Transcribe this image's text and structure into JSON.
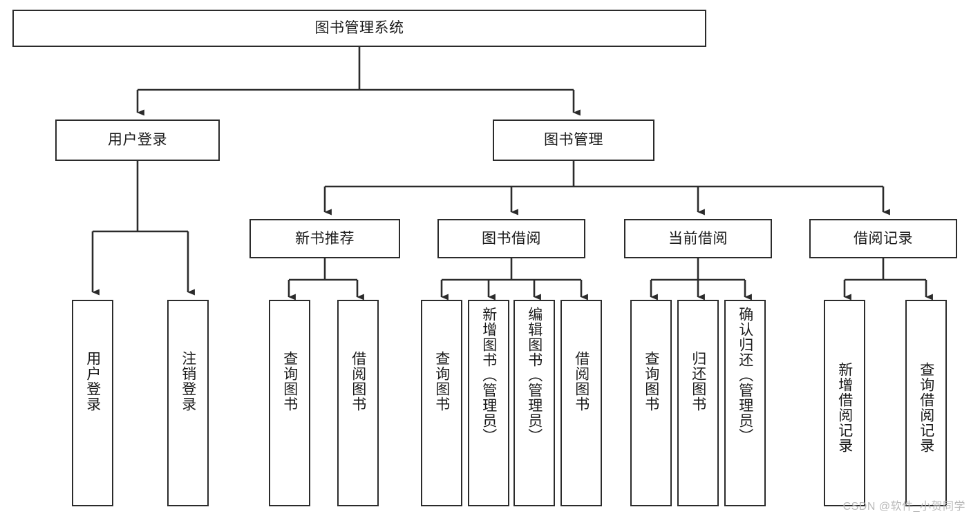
{
  "diagram": {
    "title": "图书管理系统",
    "type": "tree-hierarchy-chart",
    "colors": {
      "border": "#2b2b2b",
      "fill": "#ffffff",
      "text": "#1a1a1a",
      "connector": "#2b2b2b",
      "watermark": "#b9b9b9"
    }
  },
  "nodes": {
    "root": {
      "label": "图书管理系统"
    },
    "level2": [
      {
        "label": "用户登录"
      },
      {
        "label": "图书管理"
      }
    ],
    "level3": [
      {
        "label": "新书推荐"
      },
      {
        "label": "图书借阅"
      },
      {
        "label": "当前借阅"
      },
      {
        "label": "借阅记录"
      }
    ],
    "leaves": {
      "user_login": [
        {
          "label": "用户登录"
        },
        {
          "label": "注销登录"
        }
      ],
      "new_book_recommend": [
        {
          "label": "查询图书"
        },
        {
          "label": "借阅图书"
        }
      ],
      "book_borrow": [
        {
          "label": "查询图书"
        },
        {
          "label": "新增图书（管理员）"
        },
        {
          "label": "编辑图书（管理员）"
        },
        {
          "label": "借阅图书"
        }
      ],
      "current_borrow": [
        {
          "label": "查询图书"
        },
        {
          "label": "归还图书"
        },
        {
          "label": "确认归还（管理员）"
        }
      ],
      "borrow_record": [
        {
          "label": "新增借阅记录"
        },
        {
          "label": "查询借阅记录"
        }
      ]
    }
  },
  "watermark": {
    "text": "CSDN @软件_小贺同学"
  }
}
